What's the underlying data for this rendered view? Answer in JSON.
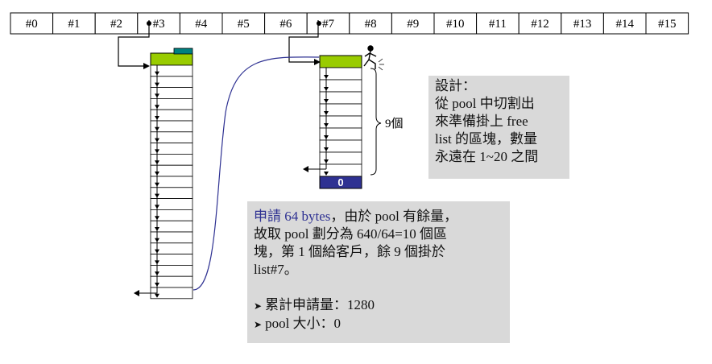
{
  "free_list_slots": [
    "#0",
    "#1",
    "#2",
    "#3",
    "#4",
    "#5",
    "#6",
    "#7",
    "#8",
    "#9",
    "#10",
    "#11",
    "#12",
    "#13",
    "#14",
    "#15"
  ],
  "count_label": "9個",
  "terminal_block_label": "0",
  "design_note": {
    "lines": [
      "設計：",
      "從 pool 中切割出",
      "來準備掛上 free",
      "list 的區塊，數量",
      "永遠在 1~20 之間"
    ]
  },
  "request_note": {
    "highlight": "申請 64 bytes",
    "line1_rest": "，由於 pool 有餘量，",
    "lines": [
      "故取 pool 劃分為 640/64=10 個區",
      "塊，第 1 個給客戶，餘 9 個掛於",
      "list#7。"
    ],
    "bullets": [
      "累計申請量：1280",
      "pool 大小：0"
    ]
  },
  "colors": {
    "allocated_block": "#99cc00",
    "pool_marker": "#008080",
    "terminal_block": "#2e3192",
    "connector_curve": "#2e3192",
    "note_background": "#d9d9d9"
  }
}
